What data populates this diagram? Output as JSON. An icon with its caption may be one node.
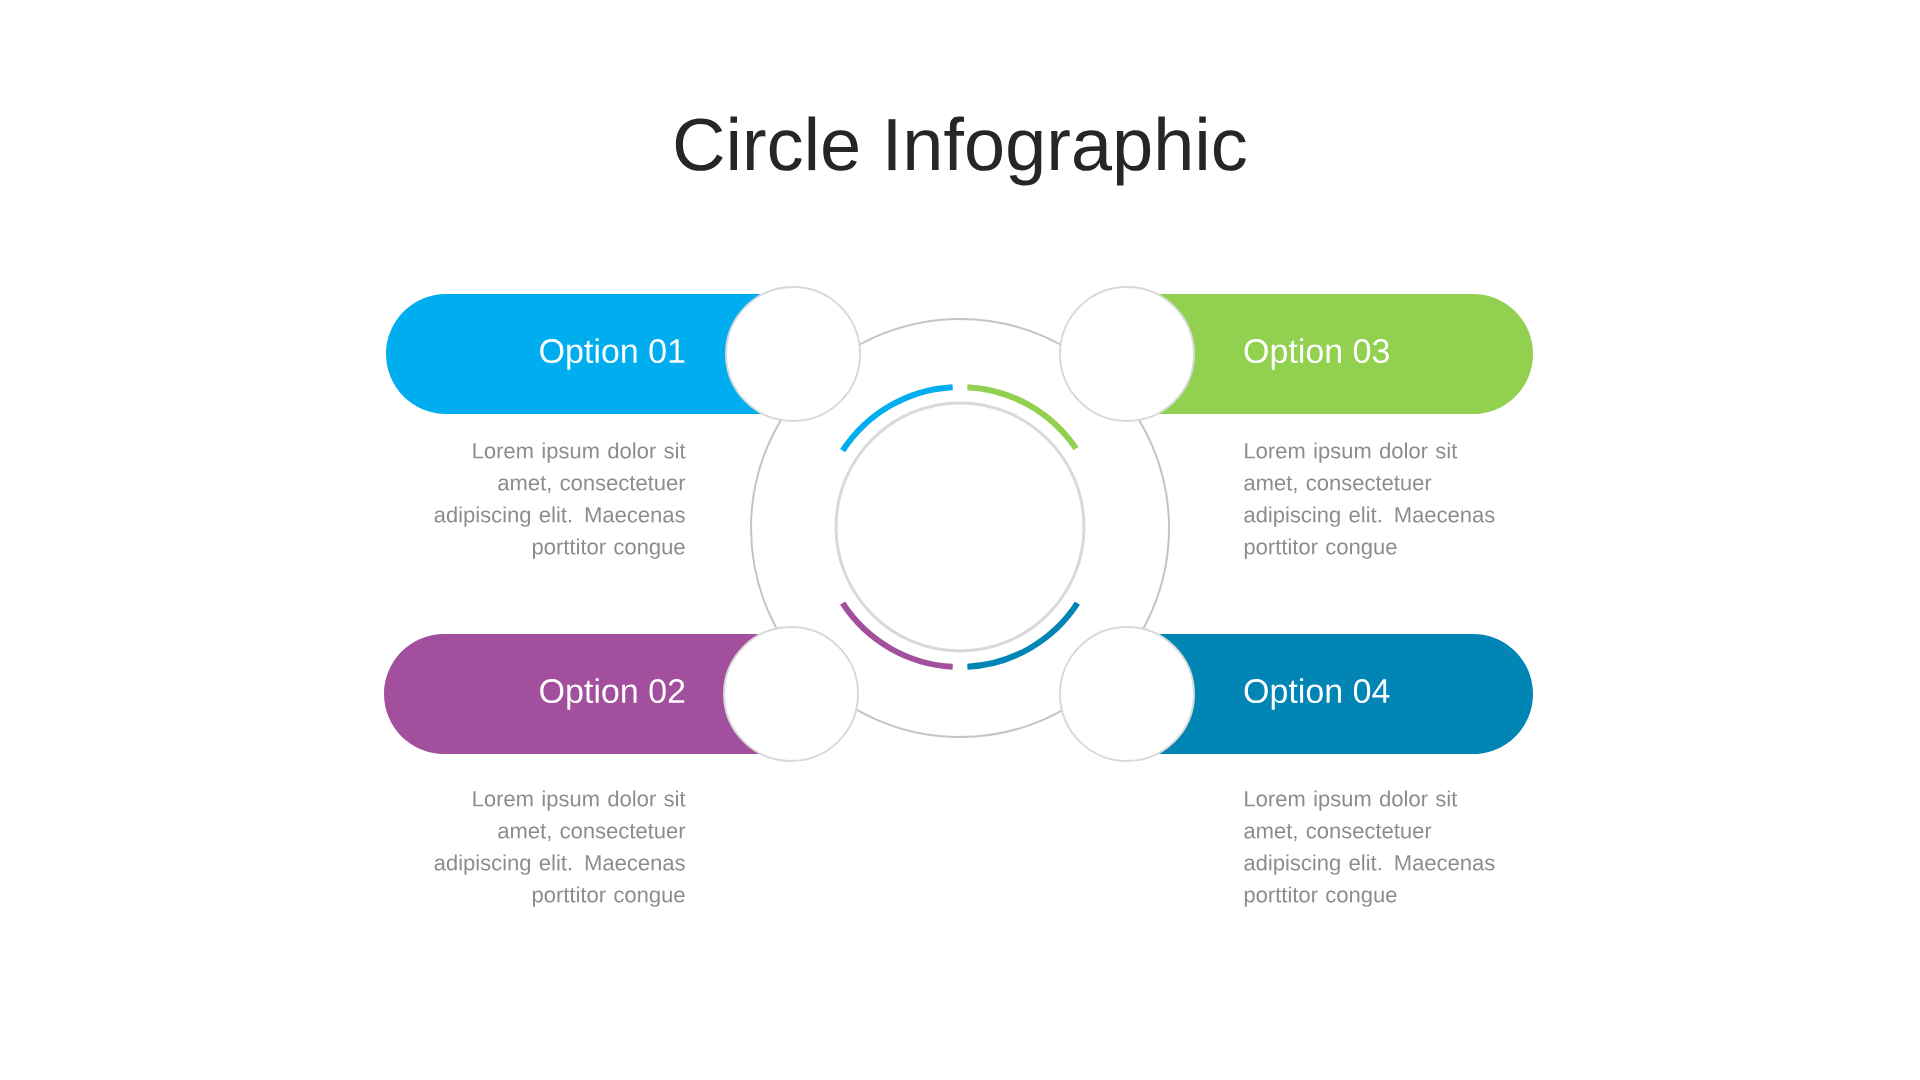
{
  "diagram": {
    "title": "Circle Infographic",
    "nodes": [
      {
        "text": [
          "Option 01"
        ],
        "beside": [
          "Lorem ipsum dolor sit amet, consectetuer adipiscing elit. Maecenas porttitor congue"
        ]
      },
      {
        "text": [],
        "shape": "circle"
      },
      {
        "text": [],
        "shape": "circle"
      },
      {
        "text": [
          "Option 03"
        ],
        "beside": [
          "Lorem ipsum dolor sit amet, consectetuer adipiscing elit. Maecenas porttitor congue"
        ]
      },
      {
        "text": [],
        "shape": "circle"
      },
      {
        "text": [
          "Option 02"
        ],
        "beside": [
          "Lorem ipsum dolor sit amet, consectetuer adipiscing elit. Maecenas porttitor congue"
        ]
      },
      {
        "text": [],
        "shape": "circle"
      },
      {
        "text": [],
        "shape": "circle"
      },
      {
        "text": [
          "Option 04"
        ],
        "beside": [
          "Lorem ipsum dolor sit amet, consectetuer adipiscing elit. Maecenas porttitor congue"
        ]
      }
    ]
  }
}
